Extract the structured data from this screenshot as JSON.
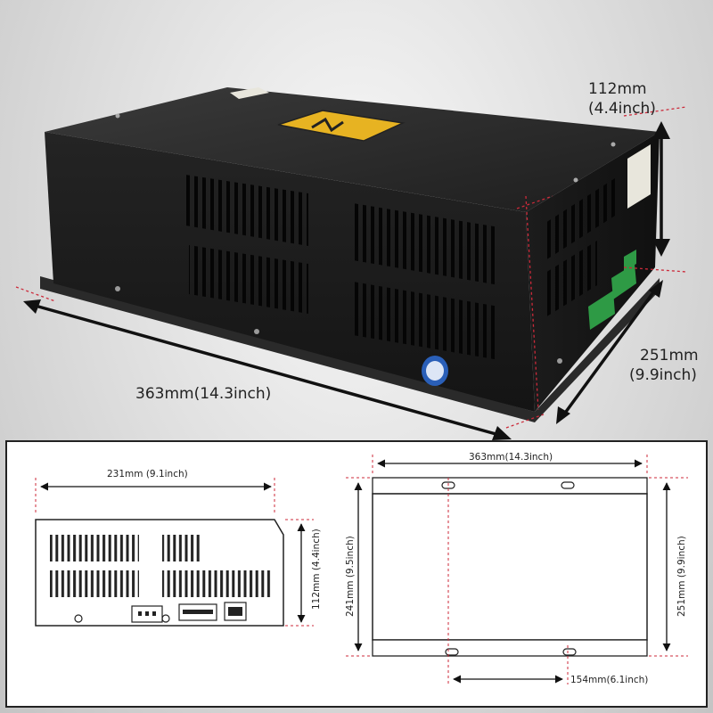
{
  "top_view": {
    "height_label": "112mm",
    "height_label_inch": "(4.4inch)",
    "depth_label": "251mm",
    "depth_label_inch": "(9.9inch)",
    "length_label": "363mm(14.3inch)"
  },
  "front_drawing": {
    "width_label": "231mm (9.1inch)",
    "height_label": "112mm (4.4inch)"
  },
  "top_drawing": {
    "length_label": "363mm(14.3inch)",
    "inner_height_label": "241mm (9.5inch)",
    "outer_height_label": "251mm (9.9inch)",
    "hole_spacing_label": "154mm(6.1inch)"
  },
  "colors": {
    "housing": "#161616",
    "dim_line": "#cc2a3a",
    "terminal_green": "#2e9a45",
    "warning_yellow": "#e7b322"
  },
  "icons": {
    "warning_label": "high-voltage-warning-icon",
    "round_sticker": "blue-round-sticker"
  }
}
